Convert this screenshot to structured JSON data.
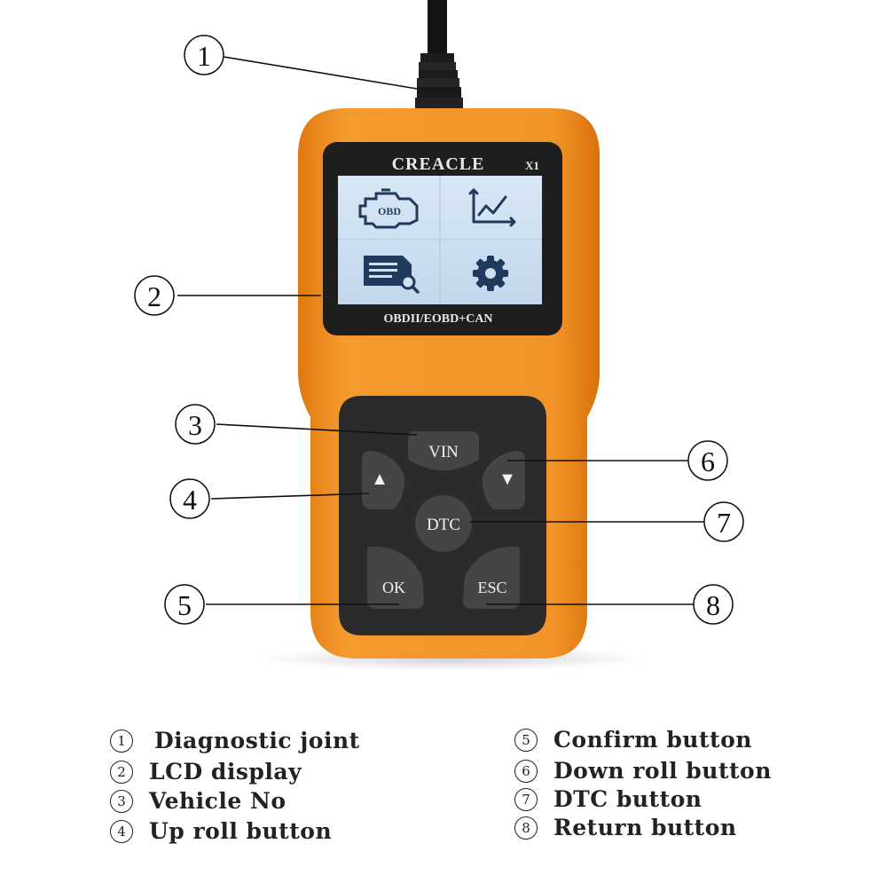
{
  "device": {
    "brand": "CREACLE",
    "model": "X1",
    "protocol": "OBDII/EOBD+CAN",
    "screen_icons": [
      "obd-engine-icon",
      "chart-icon",
      "report-icon",
      "gear-icon"
    ],
    "screen_obd_label": "OBD",
    "buttons": {
      "vin": "VIN",
      "up": "▲",
      "down": "▼",
      "dtc": "DTC",
      "ok": "OK",
      "esc": "ESC"
    },
    "colors": {
      "body": "#F28C1E",
      "keypad": "#2B2B2B",
      "screen": "#CFE0F2",
      "icon": "#1F3A5C"
    }
  },
  "callouts": [
    "1",
    "2",
    "3",
    "4",
    "5",
    "6",
    "7",
    "8"
  ],
  "legend": [
    {
      "num": "1",
      "text": "Diagnostic joint"
    },
    {
      "num": "2",
      "text": "LCD display"
    },
    {
      "num": "3",
      "text": "Vehicle No"
    },
    {
      "num": "4",
      "text": "Up roll button"
    },
    {
      "num": "5",
      "text": "Confirm button"
    },
    {
      "num": "6",
      "text": "Down roll button"
    },
    {
      "num": "7",
      "text": "DTC button"
    },
    {
      "num": "8",
      "text": "Return button"
    }
  ]
}
